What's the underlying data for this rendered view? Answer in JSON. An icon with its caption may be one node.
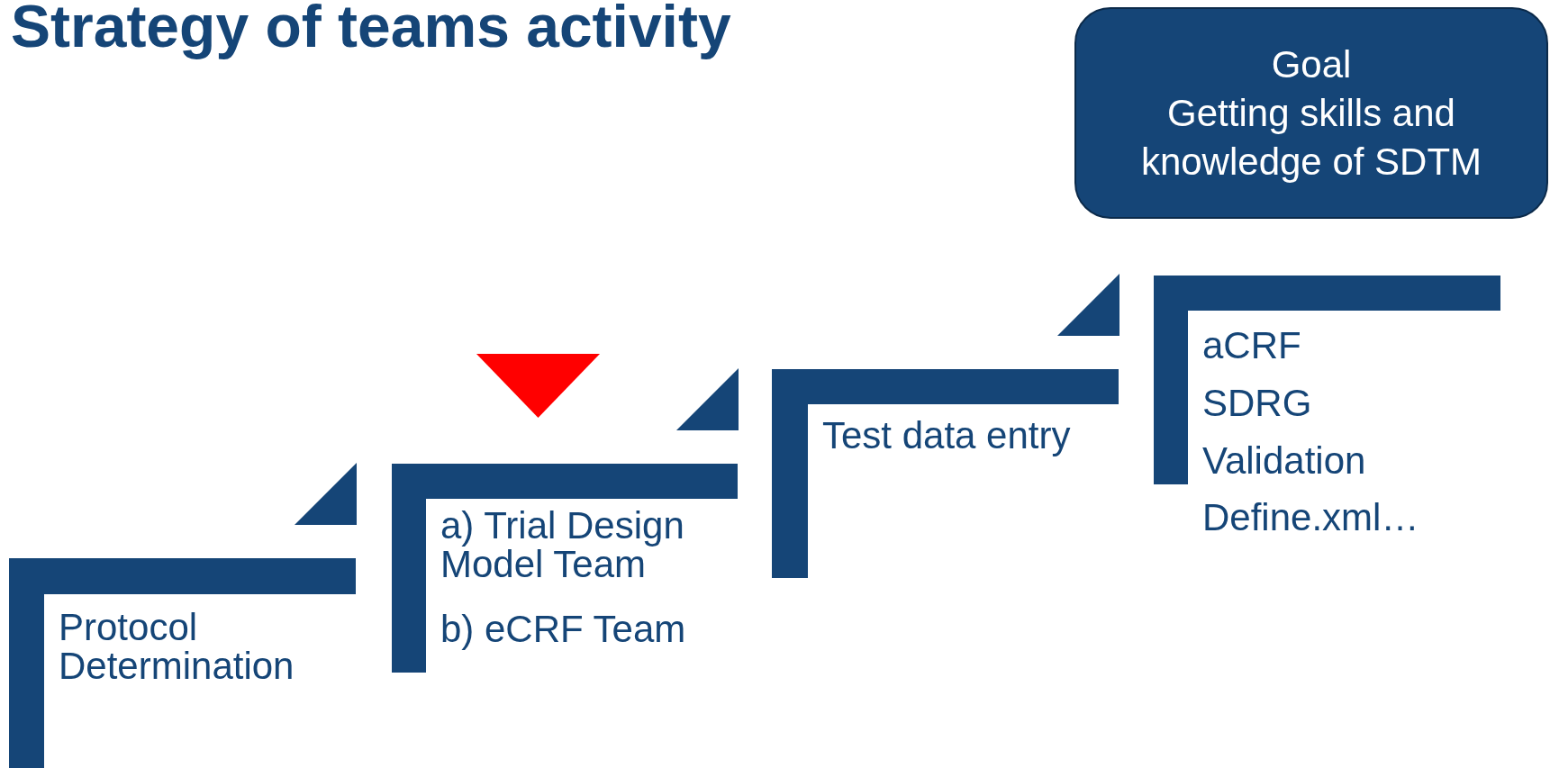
{
  "diagram": {
    "title": "Strategy of teams activity",
    "nodes": [
      {
        "text": [
          "Protocol Determination"
        ]
      },
      {
        "text": [
          "a) Trial Design Model Team",
          "b) eCRF Team"
        ]
      },
      {
        "text": [
          "Test data entry"
        ]
      },
      {
        "text": [
          "aCRF",
          "SDRG",
          "Validation",
          "Define.xml…"
        ]
      },
      {
        "text": [
          "Goal",
          "Getting skills and knowledge of SDTM"
        ]
      },
      {
        "text": [],
        "shape": "triangle"
      }
    ]
  }
}
